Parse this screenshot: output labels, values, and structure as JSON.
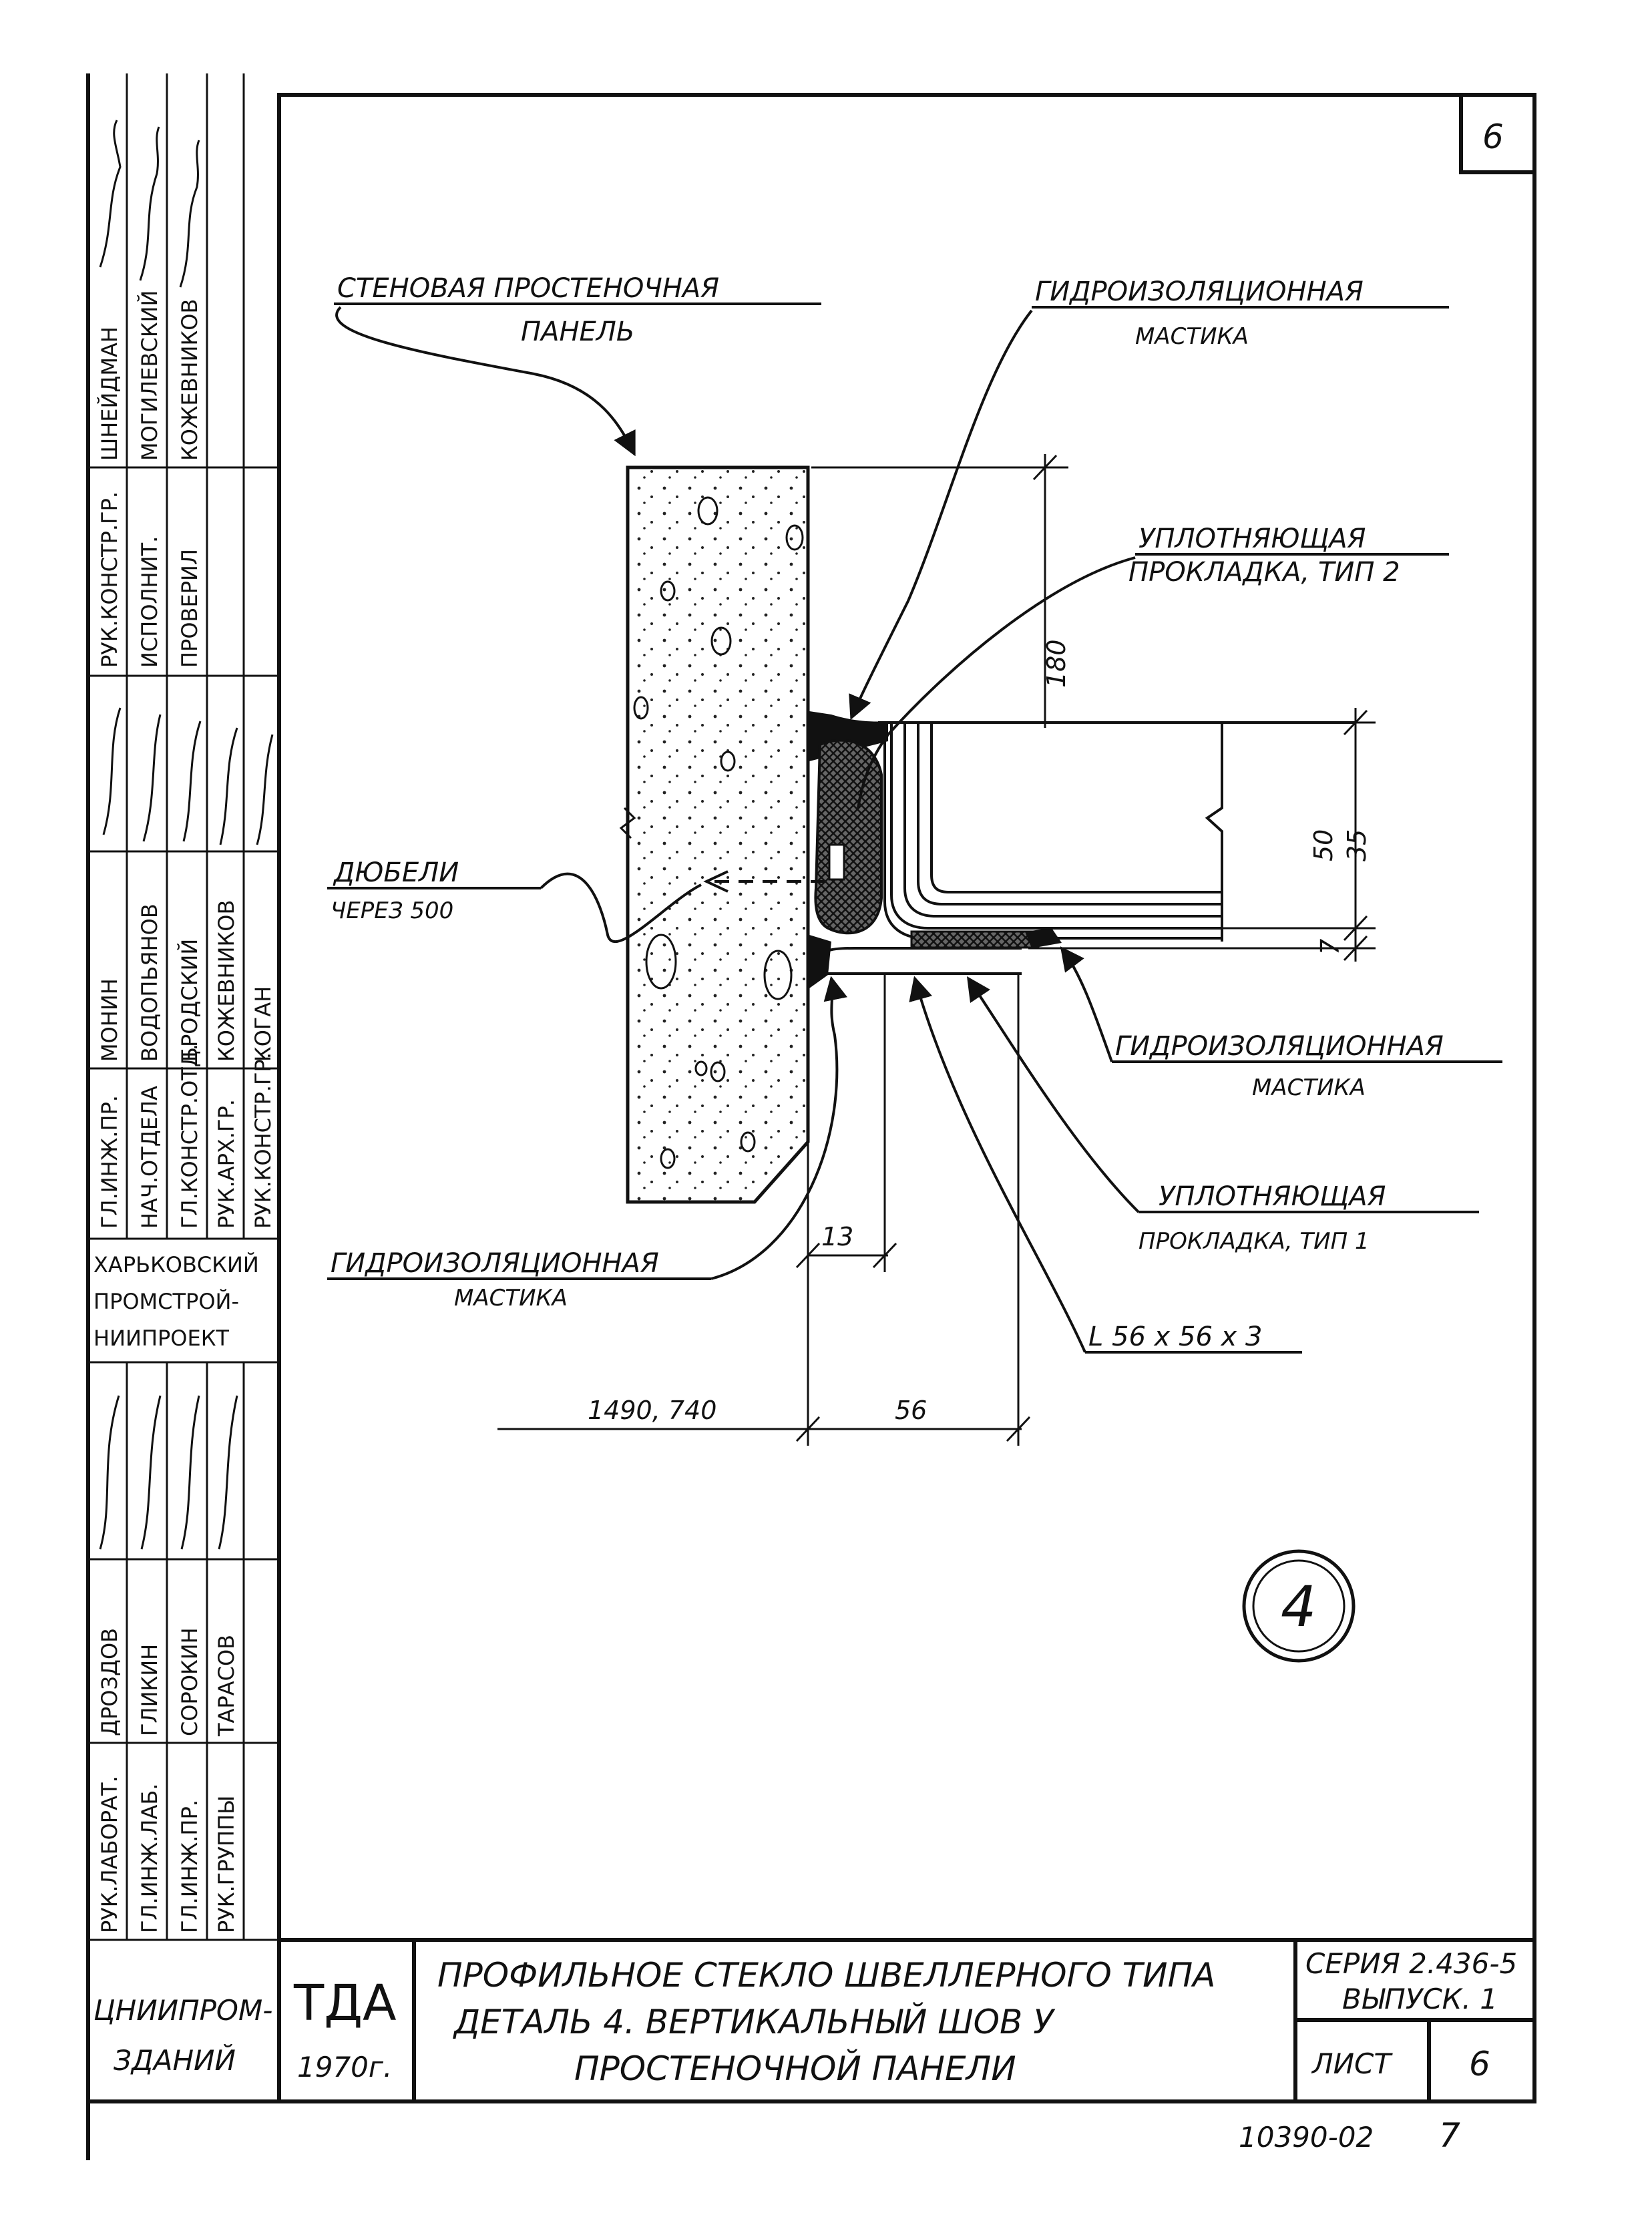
{
  "sheet": {
    "corner_sheet_number": "6",
    "detail_number": "4"
  },
  "labels": {
    "wall_panel_line1": "СТЕНОВАЯ ПРОСТЕНОЧНАЯ",
    "wall_panel_line2": "ПАНЕЛЬ",
    "mastic_top_line1": "ГИДРОИЗОЛЯЦИОННАЯ",
    "mastic_top_line2": "МАСТИКА",
    "gasket2_line1": "УПЛОТНЯЮЩАЯ",
    "gasket2_line2": "ПРОКЛАДКА, ТИП 2",
    "dowels_line1": "ДЮБЕЛИ",
    "dowels_line2": "ЧЕРЕЗ 500",
    "mastic_right_line1": "ГИДРОИЗОЛЯЦИОННАЯ",
    "mastic_right_line2": "МАСТИКА",
    "gasket1_line1": "УПЛОТНЯЮЩАЯ",
    "gasket1_line2": "ПРОКЛАДКА, ТИП 1",
    "mastic_bottom_line1": "ГИДРОИЗОЛЯЦИОННАЯ",
    "mastic_bottom_line2": "МАСТИКА",
    "angle_profile": "L 56 x 56 x 3"
  },
  "dimensions": {
    "height_180": "180",
    "d50": "50",
    "d35": "35",
    "d7": "7",
    "d13": "13",
    "d56": "56",
    "d1490": "1490, 740"
  },
  "side_table": {
    "upper_roles": [
      "РУК.КОНСТР.ГР.",
      "ИСПОЛНИТ.",
      "ПРОВЕРИЛ"
    ],
    "upper_names": [
      "ШНЕЙДМАН",
      "МОГИЛЕВСКИЙ",
      "КОЖЕВНИКОВ"
    ],
    "middle_roles": [
      "ГЛ.ИНЖ.ПР.",
      "НАЧ.ОТДЕЛА",
      "ГЛ.КОНСТР.ОТД.",
      "РУК.АРХ.ГР.",
      "РУК.КОНСТР.ГР."
    ],
    "middle_names": [
      "МОНИН",
      "ВОДОПЬЯНОВ",
      "БРОДСКИЙ",
      "КОЖЕВНИКОВ",
      "КОГАН"
    ],
    "org_middle": [
      "ХАРЬКОВСКИЙ",
      "ПРОМСТРОЙ-",
      "НИИПРОЕКТ"
    ],
    "lower_roles": [
      "РУК.ЛАБОРАТ.",
      "ГЛ.ИНЖ.ЛАБ.",
      "ГЛ.ИНЖ.ПР.",
      "РУК.ГРУППЫ"
    ],
    "lower_names": [
      "ДРОЗДОВ",
      "ГЛИКИН",
      "СОРОКИН",
      "ТАРАСОВ"
    ],
    "org_bottom": [
      "ЦНИИПРОМ-",
      "ЗДАНИЙ"
    ]
  },
  "title_block": {
    "code": "ТДА",
    "year": "1970г.",
    "title_line1": "ПРОФИЛЬНОЕ СТЕКЛО ШВЕЛЛЕРНОГО ТИПА",
    "title_line2": "ДЕТАЛЬ 4. ВЕРТИКАЛЬНЫЙ ШОВ У",
    "title_line3": "ПРОСТЕНОЧНОЙ ПАНЕЛИ",
    "series": "СЕРИЯ 2.436-5",
    "issue": "ВЫПУСК. 1",
    "sheet_label": "ЛИСТ",
    "sheet_value": "6"
  },
  "footer": {
    "archive_number": "10390-02",
    "page": "7"
  }
}
